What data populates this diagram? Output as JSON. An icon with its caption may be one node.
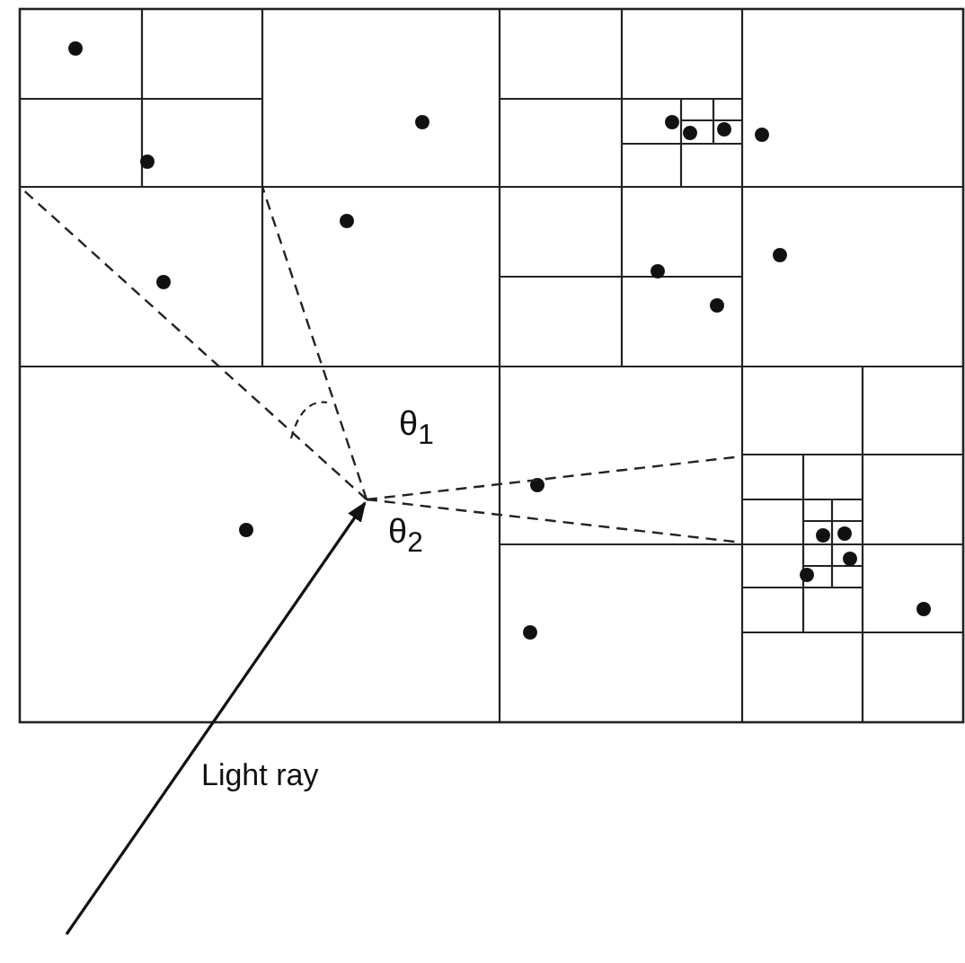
{
  "diagram": {
    "labels": [
      "θ$_{1}$",
      "θ$_{2}$",
      "Light ray"
    ]
  }
}
